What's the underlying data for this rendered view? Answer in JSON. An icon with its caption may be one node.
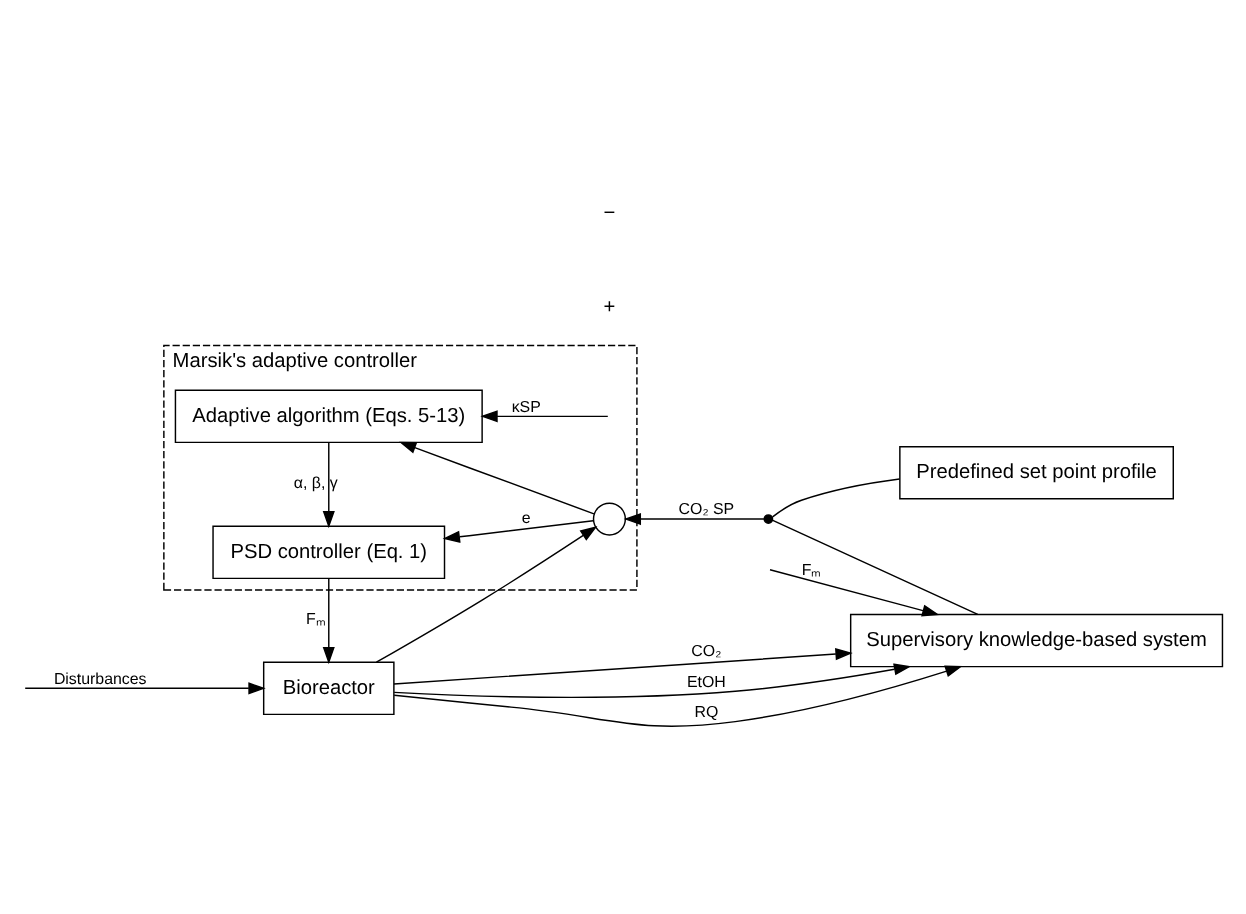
{
  "diagram": {
    "nodes": [
      {
        "text": [
          "Marsik's adaptive controller"
        ]
      },
      {
        "text": [
          "Adaptive algorithm (Eqs. 5-13)"
        ],
        "in": 0
      },
      {
        "text": [
          "PSD controller (Eq. 1)"
        ],
        "in": 0
      },
      {
        "text": [],
        "shape": "circle",
        "in": 0
      },
      {
        "text": [
          "Predefined set point profile"
        ]
      },
      {
        "text": [
          "Bioreactor"
        ]
      },
      {
        "text": [
          "Supervisory knowledge-based system"
        ]
      },
      {
        "text": [],
        "shape": "switch"
      }
    ],
    "edges": [
      {
        "from": null,
        "to": 1,
        "arrow": "to",
        "label": "κSP"
      },
      {
        "from": 3,
        "to": 1,
        "arrow": "to"
      },
      {
        "from": 1,
        "to": 2,
        "arrow": "to",
        "label": "α, β, γ"
      },
      {
        "from": 3,
        "to": 2,
        "arrow": "to",
        "label": "e"
      },
      {
        "from": 7,
        "to": 3,
        "arrow": "to",
        "label": "CO₂ SP"
      },
      {
        "from": 5,
        "to": 3,
        "arrow": "to"
      },
      {
        "from": 2,
        "to": 5,
        "arrow": "to",
        "label": "Fₘ"
      },
      {
        "from": null,
        "to": 5,
        "arrow": "to",
        "label": "Disturbances"
      },
      {
        "from": 5,
        "to": 6,
        "arrow": "to",
        "label": "CO₂"
      },
      {
        "from": 5,
        "to": 6,
        "arrow": "to",
        "label": "EtOH"
      },
      {
        "from": 5,
        "to": 6,
        "arrow": "to",
        "label": "RQ"
      },
      {
        "from": null,
        "to": 6,
        "arrow": "to",
        "label": "Fₘ"
      },
      {
        "from": 4,
        "to": 7,
        "arrow": "none"
      },
      {
        "from": 6,
        "to": 7,
        "arrow": "none"
      }
    ],
    "labels": [
      "+",
      "−"
    ]
  }
}
